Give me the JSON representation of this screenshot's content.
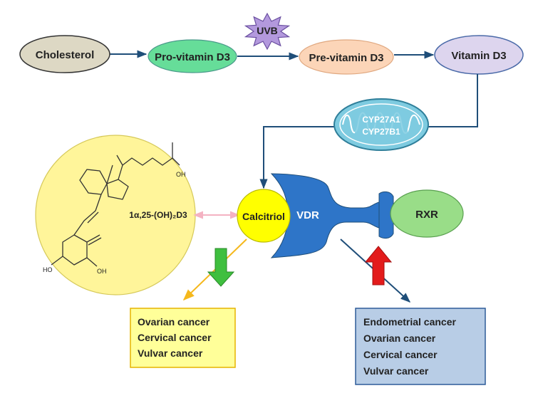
{
  "nodes": {
    "cholesterol": "Cholesterol",
    "provitamin": "Pro-vitamin D3",
    "previtamin": "Pre-vitamin D3",
    "vitamin_d3": "Vitamin D3",
    "uvb": "UVB",
    "cyp_1": "CYP27A1",
    "cyp_2": "CYP27B1",
    "calcitriol": "Calcitriol",
    "vdr": "VDR",
    "rxr": "RXR",
    "molecule_label": "1α,25-(OH)₂D3",
    "oh_top": "OH",
    "oh_left": "HO",
    "oh_right": "OH"
  },
  "decreased_cancers": [
    "Ovarian cancer",
    "Cervical cancer",
    "Vulvar cancer"
  ],
  "increased_cancers": [
    "Endometrial cancer",
    "Ovarian cancer",
    "Cervical cancer",
    "Vulvar cancer"
  ],
  "colors": {
    "arrow": "#1f4e79",
    "cholesterol_fill": "#ddd8c4",
    "provitamin_fill": "#66dd99",
    "previtamin_fill": "#fcd5b8",
    "vitamin_d3_fill": "#ddd5ee",
    "uvb_fill": "#b399dd",
    "mito_fill": "#7ecbe0",
    "molecule_circle": "#fff59a",
    "calcitriol_fill": "#ffff00",
    "vdr_fill": "#2e75c8",
    "rxr_fill": "#99dd88",
    "down_arrow": "#3fbf3f",
    "up_arrow": "#e31b1b",
    "yellow_box_fill": "#ffff99",
    "blue_box_fill": "#b8cde6",
    "orange_arrow": "#f5b81c",
    "pink_arrow": "#f4b2c2"
  }
}
